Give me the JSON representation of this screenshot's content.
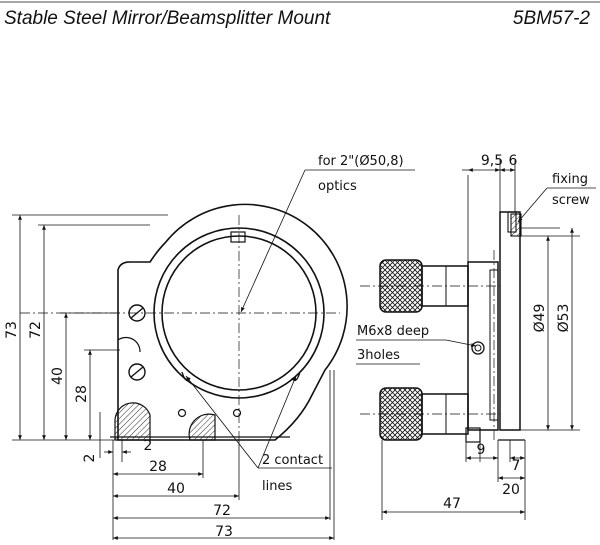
{
  "header": {
    "title": "Stable Steel Mirror/Beamsplitter Mount",
    "part_number": "5BM57-2"
  },
  "annotations": {
    "optics_size": "for 2\"(Ø50,8)",
    "optics_word": "optics",
    "contact_lines_a": "2 contact",
    "contact_lines_b": "lines",
    "fixing_a": "fixing",
    "fixing_b": "screw",
    "holes_a": "M6x8 deep",
    "holes_b": "3holes"
  },
  "dimensions": {
    "front": {
      "height_73": "73",
      "height_72": "72",
      "height_40": "40",
      "height_28": "28",
      "height_2": "2",
      "width_2": "2",
      "width_28": "28",
      "width_40": "40",
      "width_72": "72",
      "width_73": "73"
    },
    "side": {
      "top_9_5": "9,5",
      "top_6": "6",
      "dia_49": "Ø49",
      "dia_53": "Ø53",
      "bottom_9": "9",
      "bottom_7": "7",
      "bottom_20": "20",
      "bottom_47": "47"
    }
  },
  "colors": {
    "ink": "#111111",
    "background": "#ffffff"
  }
}
